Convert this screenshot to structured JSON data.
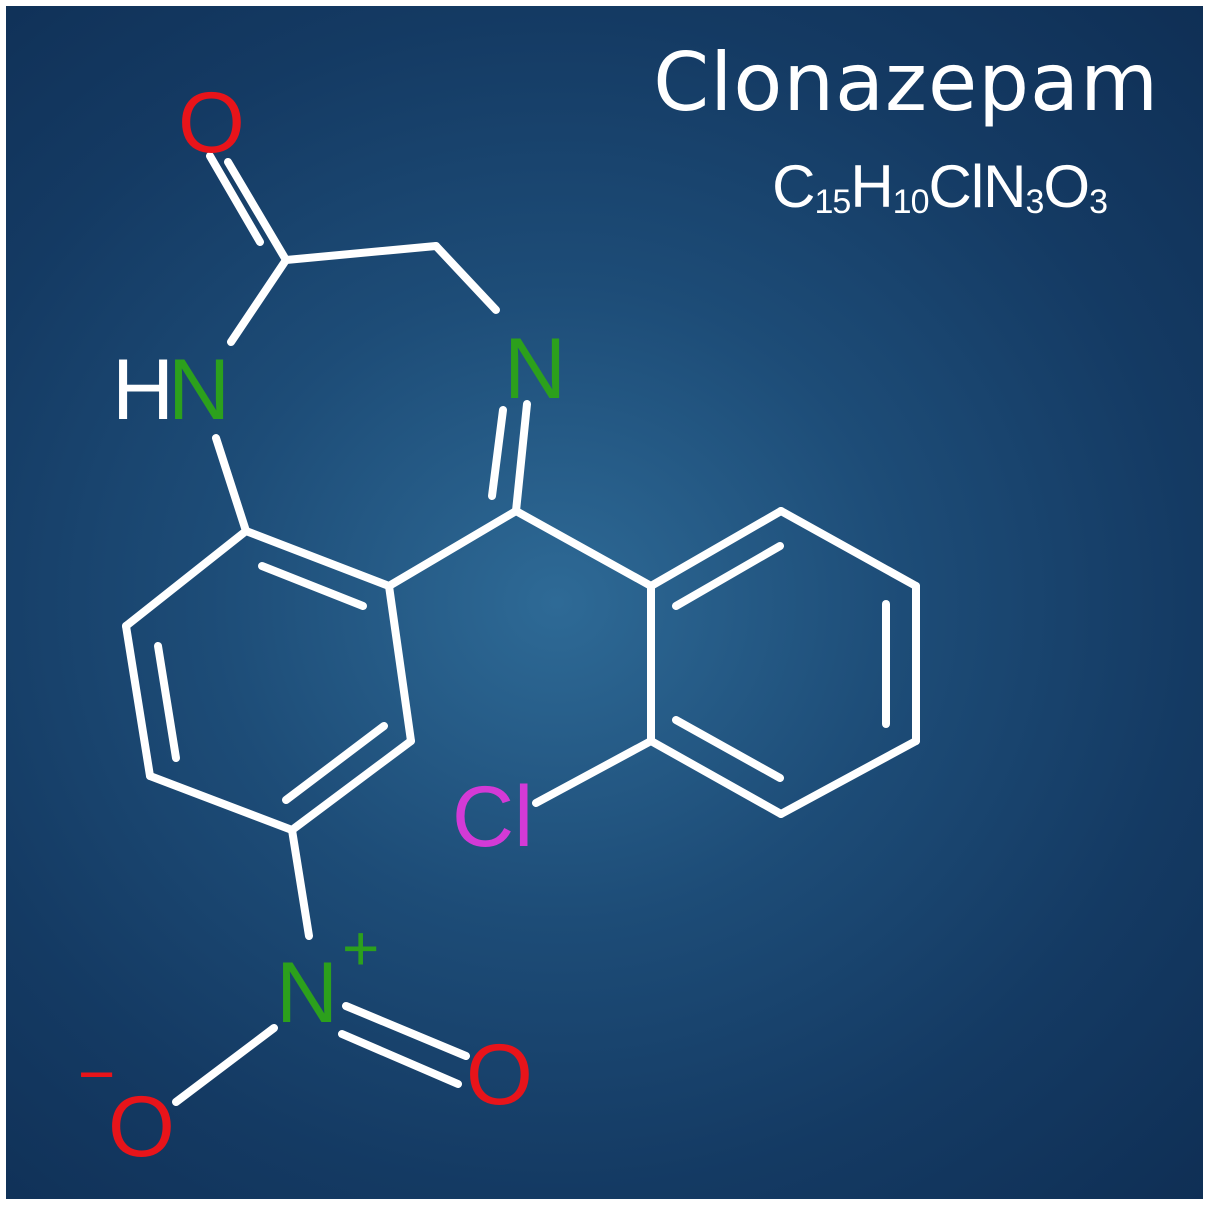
{
  "title": "Clonazepam",
  "formula": {
    "parts": [
      {
        "sym": "C",
        "sub": "15"
      },
      {
        "sym": "H",
        "sub": "10"
      },
      {
        "sym": "ClN",
        "sub": "3"
      },
      {
        "sym": "O",
        "sub": "3"
      }
    ]
  },
  "atoms": {
    "carbonyl_o": "O",
    "amide_h": "H",
    "amide_n": "N",
    "imine_n": "N",
    "chlorine": "Cl",
    "nitro_n": "N",
    "nitro_o_double": "O",
    "nitro_o_single": "O",
    "plus": "+",
    "minus": "−"
  },
  "colors": {
    "background": "#1d4c77",
    "bond": "#ffffff",
    "oxygen": "#e8141a",
    "nitrogen": "#2ca01c",
    "chlorine": "#d33ad6",
    "text": "#ffffff"
  }
}
